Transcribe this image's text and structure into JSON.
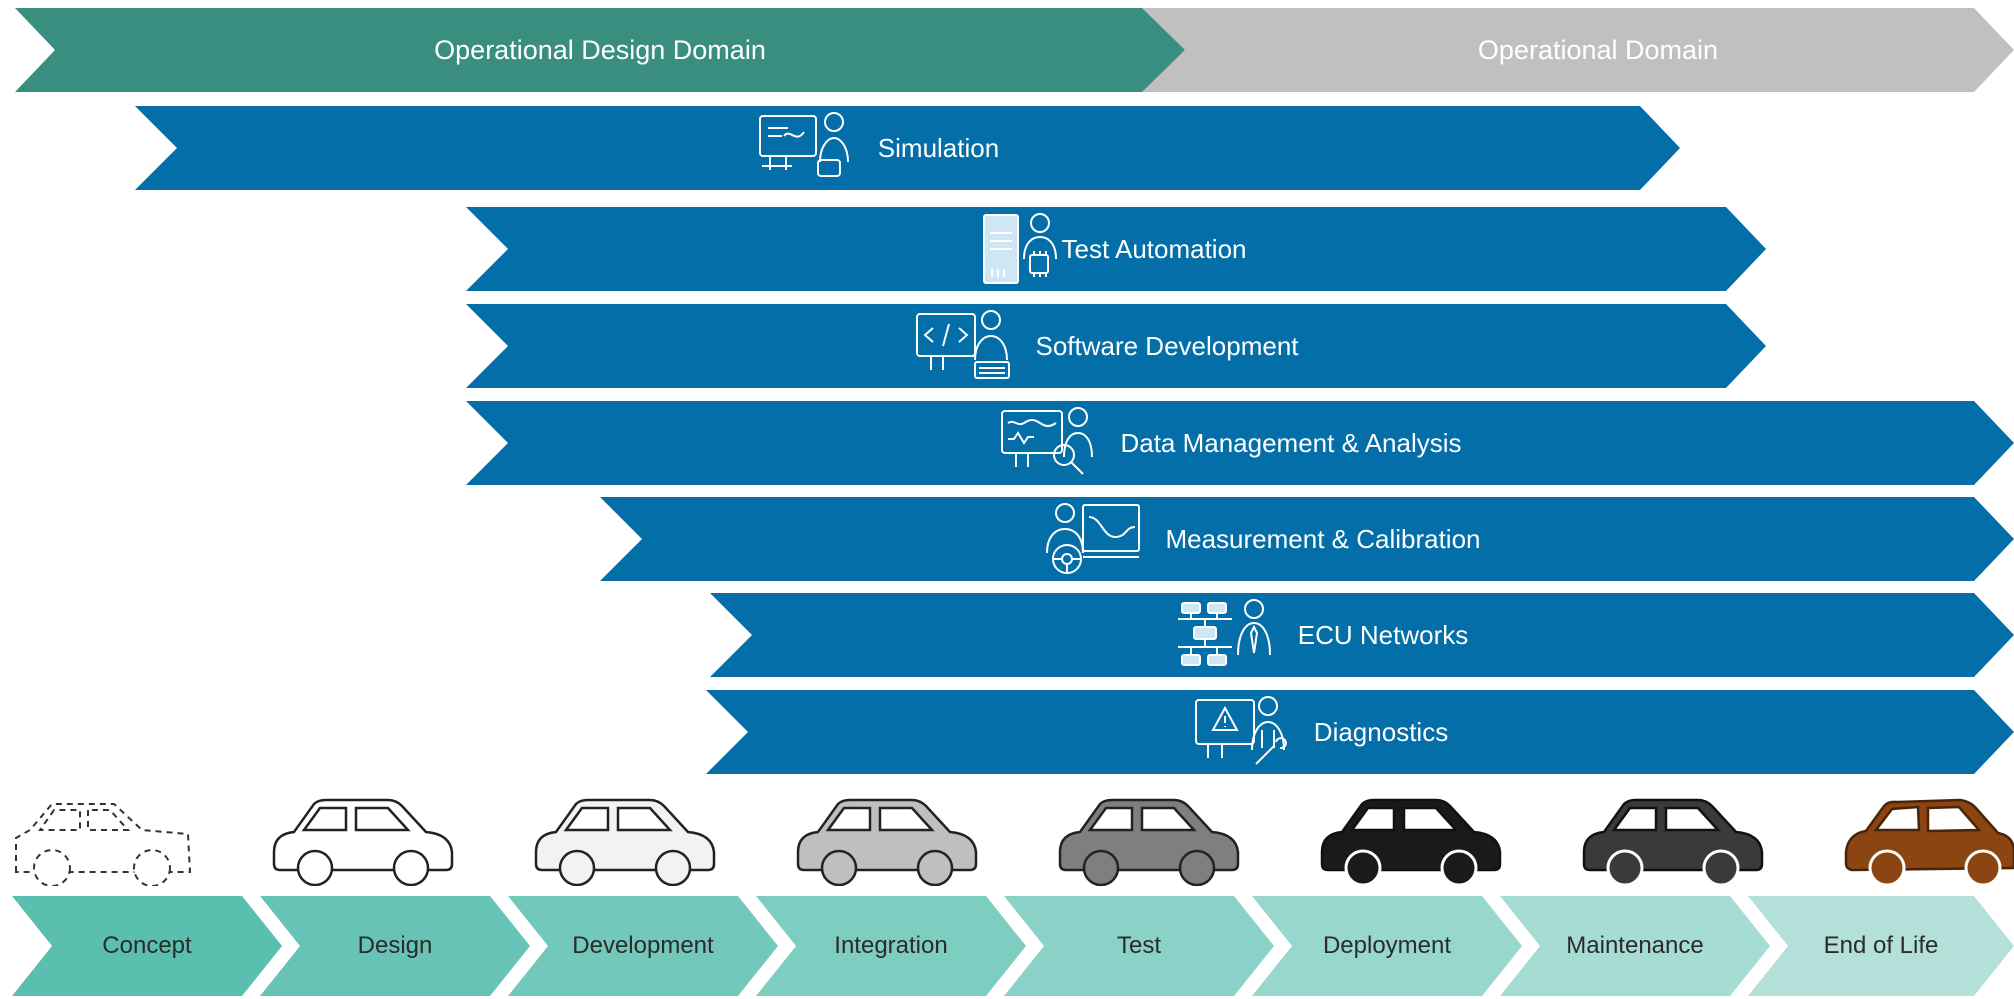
{
  "domains": [
    {
      "label": "Operational Design Domain",
      "color": "#3a8e80"
    },
    {
      "label": "Operational Domain",
      "color": "#c0c0c0"
    }
  ],
  "bands": [
    {
      "label": "Simulation",
      "icon": "simulation-engineer-icon"
    },
    {
      "label": "Test Automation",
      "icon": "test-automation-server-icon"
    },
    {
      "label": "Software Development",
      "icon": "software-developer-icon"
    },
    {
      "label": "Data Management & Analysis",
      "icon": "data-analysis-icon"
    },
    {
      "label": "Measurement & Calibration",
      "icon": "measurement-calibration-icon"
    },
    {
      "label": "ECU Networks",
      "icon": "ecu-network-icon"
    },
    {
      "label": "Diagnostics",
      "icon": "diagnostics-icon"
    }
  ],
  "band_color": "#046ea8",
  "cars": [
    {
      "stage": "Concept",
      "fill": "none",
      "style": "dashed"
    },
    {
      "stage": "Design",
      "fill": "#ffffff",
      "style": "solid"
    },
    {
      "stage": "Development",
      "fill": "#f2f2f2",
      "style": "solid"
    },
    {
      "stage": "Integration",
      "fill": "#bfbfbf",
      "style": "solid"
    },
    {
      "stage": "Test",
      "fill": "#7f7f7f",
      "style": "solid"
    },
    {
      "stage": "Deployment",
      "fill": "#1a1a1a",
      "style": "solid"
    },
    {
      "stage": "Maintenance",
      "fill": "#3a3a3a",
      "style": "solid"
    },
    {
      "stage": "End of Life",
      "fill": "#8b4513",
      "style": "rusted"
    }
  ],
  "stages": [
    {
      "label": "Concept",
      "color": "#5bbfb0"
    },
    {
      "label": "Design",
      "color": "#66c3b5"
    },
    {
      "label": "Development",
      "color": "#72c8bb"
    },
    {
      "label": "Integration",
      "color": "#7ecdc1"
    },
    {
      "label": "Test",
      "color": "#8ad2c7"
    },
    {
      "label": "Deployment",
      "color": "#97d7cd"
    },
    {
      "label": "Maintenance",
      "color": "#a5dcd3"
    },
    {
      "label": "End of Life",
      "color": "#b3e1da"
    }
  ]
}
